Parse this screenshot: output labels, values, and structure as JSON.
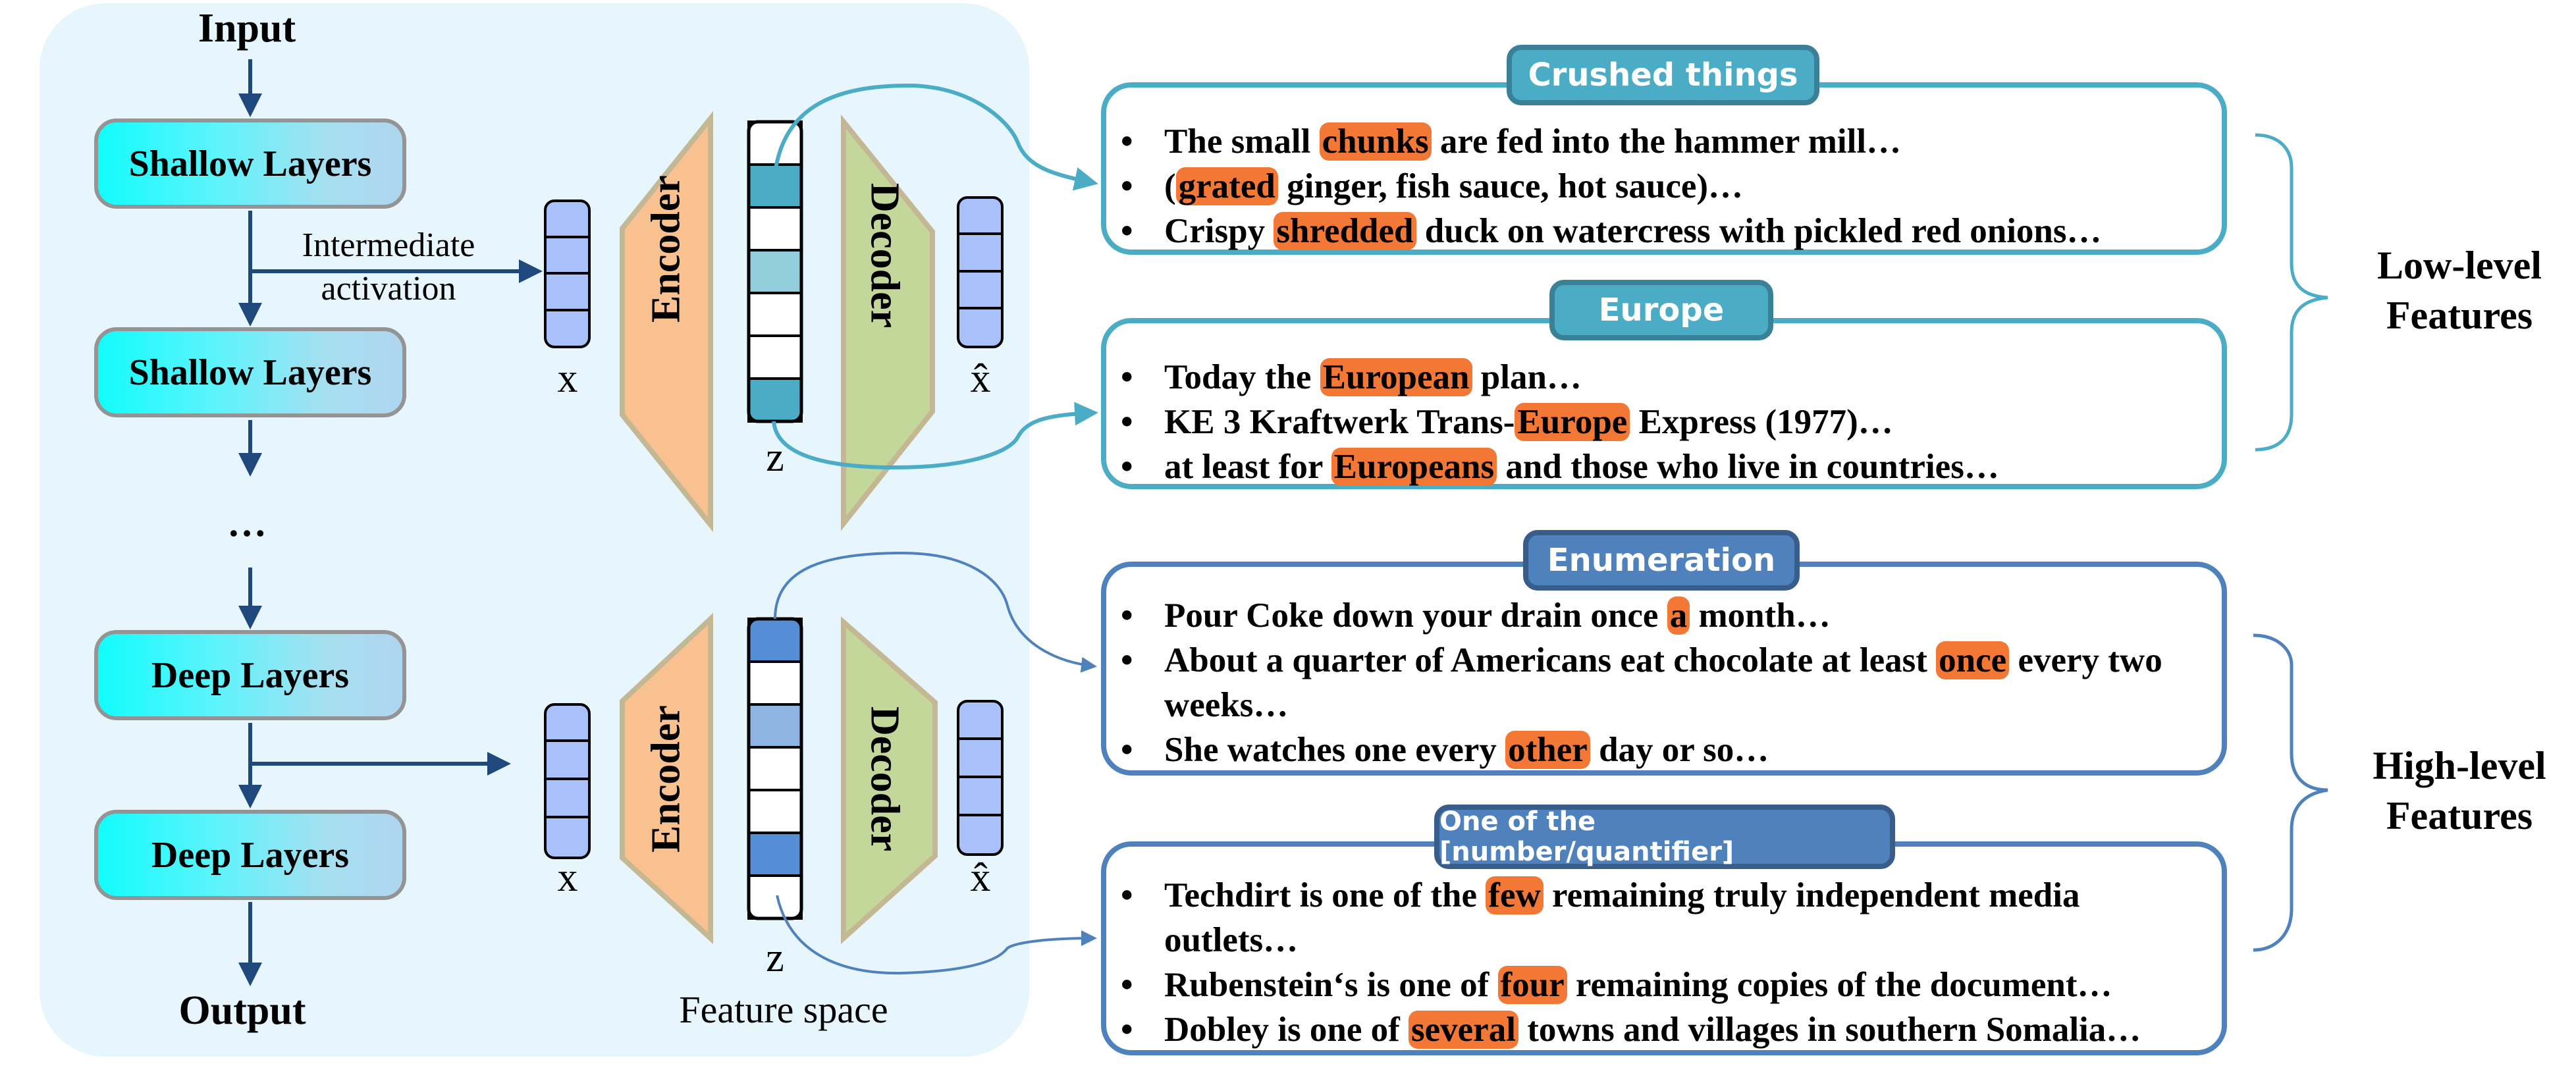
{
  "diagram": {
    "flow": {
      "input_label": "Input",
      "output_label": "Output",
      "ellipsis": "…",
      "intermediate_label_line1": "Intermediate",
      "intermediate_label_line2": "activation",
      "layers": [
        {
          "label": "Shallow Layers",
          "group": "shallow"
        },
        {
          "label": "Shallow Layers",
          "group": "shallow"
        },
        {
          "label": "Deep Layers",
          "group": "deep"
        },
        {
          "label": "Deep Layers",
          "group": "deep"
        }
      ]
    },
    "autoencoders": [
      {
        "input_label": "x",
        "encoder_label": "Encoder",
        "latent_label": "z",
        "decoder_label": "Decoder",
        "output_label": "x̂",
        "latent_cells": [
          "empty",
          "dark",
          "empty",
          "light",
          "empty",
          "empty",
          "dark"
        ],
        "accent_color": "#4bacc6"
      },
      {
        "input_label": "x",
        "encoder_label": "Encoder",
        "latent_label": "z",
        "decoder_label": "Decoder",
        "output_label": "x̂",
        "latent_cells": [
          "dark",
          "empty",
          "light",
          "empty",
          "empty",
          "dark",
          "empty"
        ],
        "accent_color": "#4f81bd"
      }
    ],
    "feature_space_label": "Feature space",
    "feature_cards": [
      {
        "title": "Crushed things",
        "theme": "teal",
        "items": [
          {
            "before": "The small ",
            "highlight": "chunks",
            "after": " are fed into the hammer mill…"
          },
          {
            "before": "(",
            "highlight": "grated",
            "after": " ginger, fish sauce, hot sauce)…"
          },
          {
            "before": "Crispy ",
            "highlight": "shredded",
            "after": " duck on watercress with pickled red onions…"
          }
        ]
      },
      {
        "title": "Europe",
        "theme": "teal",
        "items": [
          {
            "before": "Today the ",
            "highlight": "European",
            "after": " plan…"
          },
          {
            "before": "KE 3 Kraftwerk Trans-",
            "highlight": "Europe",
            "after": " Express (1977)…"
          },
          {
            "before": "at least for ",
            "highlight": "Europeans",
            "after": " and those who live in countries…"
          }
        ]
      },
      {
        "title": "Enumeration",
        "theme": "blue",
        "items": [
          {
            "before": "Pour Coke down your drain once ",
            "highlight": "a",
            "after": " month…"
          },
          {
            "before": "About a quarter of Americans eat chocolate at least ",
            "highlight": "once",
            "after": " every two weeks…"
          },
          {
            "before": "She watches one every ",
            "highlight": "other",
            "after": " day or so…"
          }
        ]
      },
      {
        "title": "One of the [number/quantifier]",
        "theme": "blue",
        "items": [
          {
            "before": "Techdirt is one of the ",
            "highlight": "few",
            "after": " remaining truly independent media outlets…"
          },
          {
            "before": "Rubenstein‘s is one of ",
            "highlight": "four",
            "after": " remaining copies of the document…"
          },
          {
            "before": "Dobley is one of ",
            "highlight": "several",
            "after": " towns and villages in southern Somalia…"
          }
        ]
      }
    ],
    "groups": [
      {
        "line1": "Low-level",
        "line2": "Features",
        "color": "#4bacc6"
      },
      {
        "line1": "High-level",
        "line2": "Features",
        "color": "#4f81bd"
      }
    ],
    "colors": {
      "panel_bg": "#e6f6fc",
      "arrow": "#1f497d",
      "highlight": "#f37735",
      "vector_fill": "#a9c1fb",
      "encoder_fill": "#f9c190",
      "decoder_fill": "#c4d79b",
      "trapezoid_border": "#c4b894",
      "teal": "#4bacc6",
      "teal_light": "#92cddc",
      "blue": "#4f81bd",
      "blue_dark": "#558ed5",
      "blue_light": "#8eb4e3"
    }
  }
}
